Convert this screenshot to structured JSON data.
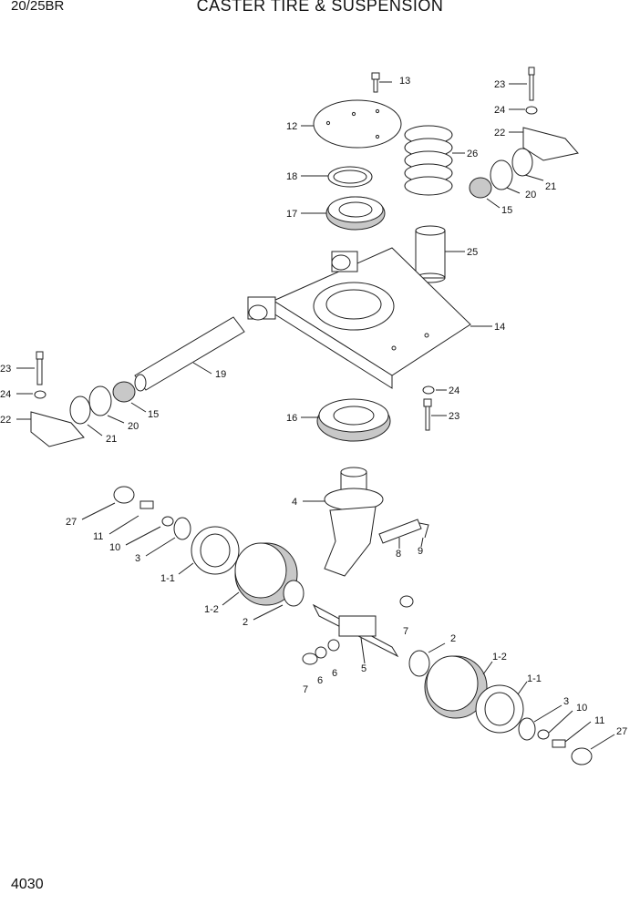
{
  "header": {
    "model": "20/25BR",
    "title": "CASTER TIRE & SUSPENSION"
  },
  "footer": {
    "page_number": "4030"
  },
  "callouts": {
    "c13": "13",
    "c12": "12",
    "c18": "18",
    "c17": "17",
    "c26": "26",
    "c25": "25",
    "c14": "14",
    "c19": "19",
    "c16": "16",
    "c4": "4",
    "c8": "8",
    "c9": "9",
    "c5": "5",
    "r23": "23",
    "r24": "24",
    "r22": "22",
    "r20": "20",
    "r21": "21",
    "r15": "15",
    "m24": "24",
    "m23": "23",
    "l23": "23",
    "l24": "24",
    "l22": "22",
    "l20": "20",
    "l21": "21",
    "l15": "15",
    "l27": "27",
    "l11": "11",
    "l10": "10",
    "l3": "3",
    "l1_1": "1-1",
    "l1_2": "1-2",
    "l2": "2",
    "l7a": "7",
    "l7b": "7",
    "l6a": "6",
    "l6b": "6",
    "r2": "2",
    "r1_2": "1-2",
    "r1_1": "1-1",
    "r3": "3",
    "r10": "10",
    "r11": "11",
    "r27": "27"
  }
}
